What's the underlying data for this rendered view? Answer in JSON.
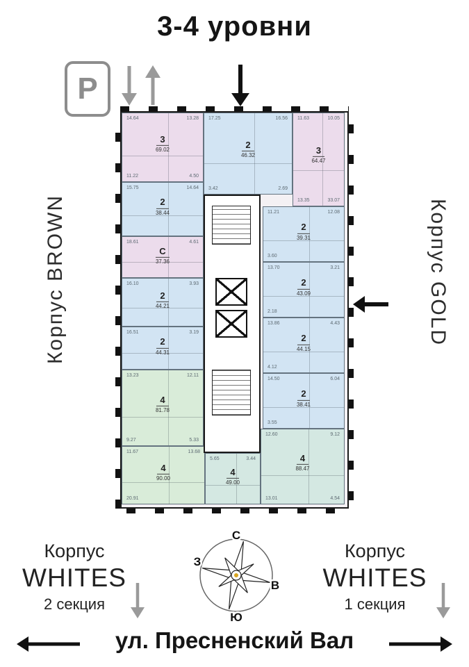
{
  "title": "3-4 уровни",
  "parking_label": "P",
  "wing_left": "Корпус BROWN",
  "wing_right": "Корпус GOLD",
  "section_left": {
    "korpus": "Корпус",
    "name": "WHITES",
    "section": "2 секция"
  },
  "section_right": {
    "korpus": "Корпус",
    "name": "WHITES",
    "section": "1 секция"
  },
  "street": "ул. Пресненский Вал",
  "compass": {
    "north": "С",
    "east": "В",
    "south": "Ю",
    "west": "З"
  },
  "legend_colors": {
    "purple_3room": "#ecdcec",
    "blue_2room": "#d2e4f3",
    "green_4room": "#d9ecd9",
    "teal_4room": "#d4e8e2"
  },
  "apartments": [
    {
      "type": "3",
      "area": "69.02",
      "rooms": [
        "14.64",
        "13.28",
        "11.22",
        "4.50"
      ]
    },
    {
      "type": "2",
      "area": "46.32",
      "rooms": [
        "17.25",
        "16.56",
        "3.42",
        "2.69"
      ]
    },
    {
      "type": "3",
      "area": "64.47",
      "rooms": [
        "11.63",
        "10.05",
        "13.35",
        "33.07"
      ]
    },
    {
      "type": "2",
      "area": "38.44",
      "rooms": [
        "15.75",
        "14.64"
      ]
    },
    {
      "type": "С",
      "area": "37.36",
      "rooms": [
        "18.61",
        "4.61"
      ]
    },
    {
      "type": "2",
      "area": "44.21",
      "rooms": [
        "16.10",
        "3.93"
      ]
    },
    {
      "type": "2",
      "area": "44.31",
      "rooms": [
        "16.51",
        "3.19"
      ]
    },
    {
      "type": "4",
      "area": "81.78",
      "rooms": [
        "13.23",
        "12.11",
        "9.27",
        "5.33"
      ]
    },
    {
      "type": "4",
      "area": "90.00",
      "rooms": [
        "11.67",
        "13.68",
        "20.91"
      ]
    },
    {
      "type": "2",
      "area": "39.31",
      "rooms": [
        "11.21",
        "12.08",
        "3.60"
      ]
    },
    {
      "type": "2",
      "area": "43.09",
      "rooms": [
        "13.70",
        "3.21",
        "2.18"
      ]
    },
    {
      "type": "2",
      "area": "44.15",
      "rooms": [
        "13.86",
        "4.43",
        "4.12"
      ]
    },
    {
      "type": "2",
      "area": "38.41",
      "rooms": [
        "14.50",
        "6.04",
        "3.55"
      ]
    },
    {
      "type": "4",
      "area": "88.47",
      "rooms": [
        "12.60",
        "9.12",
        "13.01",
        "4.54"
      ]
    },
    {
      "type": "4",
      "area": "49.00",
      "rooms": [
        "5.65",
        "3.44"
      ]
    }
  ]
}
